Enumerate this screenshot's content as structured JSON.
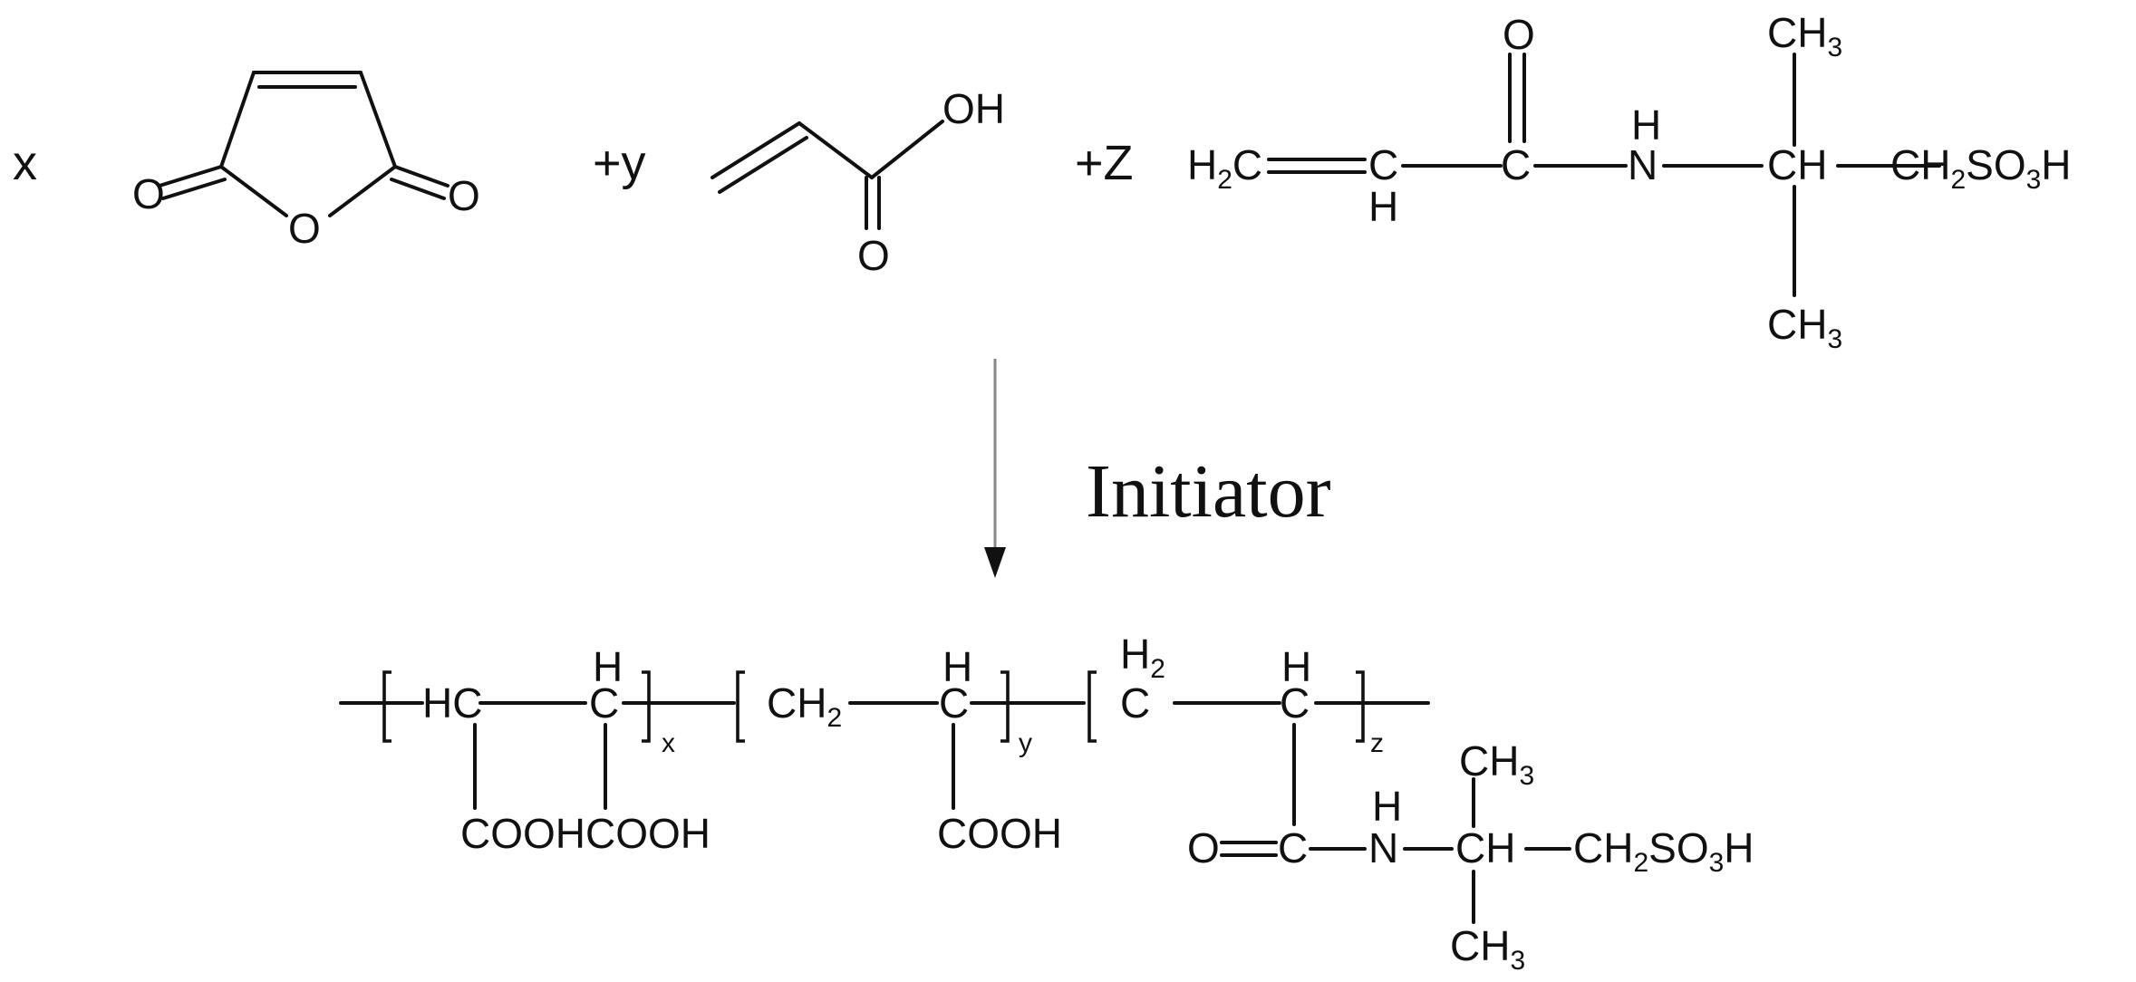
{
  "reaction": {
    "coef_x": "x",
    "coef_y": "+y",
    "coef_z": "+Z",
    "condition": "Initiator"
  },
  "maleic_anhydride": {
    "o_left": "O",
    "o_ring": "O",
    "o_right": "O"
  },
  "acrylic_acid": {
    "oh": "OH",
    "o": "O"
  },
  "amps": {
    "h2c": "H2C",
    "ch": "C",
    "ch_h": "H",
    "carbonyl_o": "O",
    "carbonyl_c": "C",
    "nh_h": "H",
    "nh_n": "N",
    "ch_center": "CH",
    "ch3_top": "CH3",
    "ch3_bottom": "CH3",
    "ch2so3h": "CH2SO3H"
  },
  "polymer": {
    "unit1_hc": "HC",
    "unit1_h": "H",
    "unit1_c": "C",
    "unit1_cooh": "COOHCOOH",
    "sub_x": "x",
    "unit2_ch2": "CH2",
    "unit2_h": "H",
    "unit2_c": "C",
    "unit2_cooh": "COOH",
    "sub_y": "y",
    "unit3_h2": "H2",
    "unit3_c1": "C",
    "unit3_h": "H",
    "unit3_c2": "C",
    "sub_z": "z",
    "side_o": "O",
    "side_c": "C",
    "side_h": "H",
    "side_n": "N",
    "side_ch": "CH",
    "side_ch3_top": "CH3",
    "side_ch3_bottom": "CH3",
    "side_ch2so3h": "CH2SO3H"
  }
}
